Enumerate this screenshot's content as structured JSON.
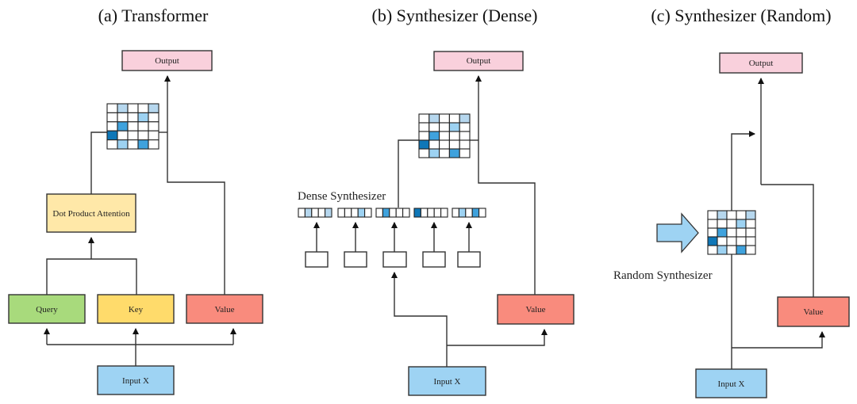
{
  "panels": {
    "a": {
      "title": "(a) Transformer",
      "output": "Output",
      "attention": "Dot Product Attention",
      "query": "Query",
      "key": "Key",
      "value": "Value",
      "input": "Input X"
    },
    "b": {
      "title": "(b) Synthesizer (Dense)",
      "output": "Output",
      "annotation": "Dense Synthesizer",
      "value": "Value",
      "input": "Input X"
    },
    "c": {
      "title": "(c) Synthesizer (Random)",
      "output": "Output",
      "annotation": "Random Synthesizer",
      "value": "Value",
      "input": "Input X"
    }
  },
  "attention_matrix": [
    [
      "white",
      "light",
      "white",
      "white",
      "light"
    ],
    [
      "white",
      "white",
      "white",
      "sky",
      "white"
    ],
    [
      "white",
      "mid",
      "white",
      "white",
      "white"
    ],
    [
      "dark",
      "white",
      "white",
      "white",
      "white"
    ],
    [
      "white",
      "sky",
      "white",
      "mid",
      "white"
    ]
  ],
  "colors": {
    "output": "#F9D0DC",
    "attention": "#FFE8A8",
    "query": "#A8DA7C",
    "key": "#FFDB6B",
    "value": "#F98B7D",
    "input": "#9ED3F3",
    "arrow_fill": "#9ED3F3",
    "cell_white": "#FFFFFF",
    "cell_light": "#B6D7EE",
    "cell_sky": "#9DD2F2",
    "cell_mid": "#3FA2DD",
    "cell_dark": "#0E77B8"
  }
}
